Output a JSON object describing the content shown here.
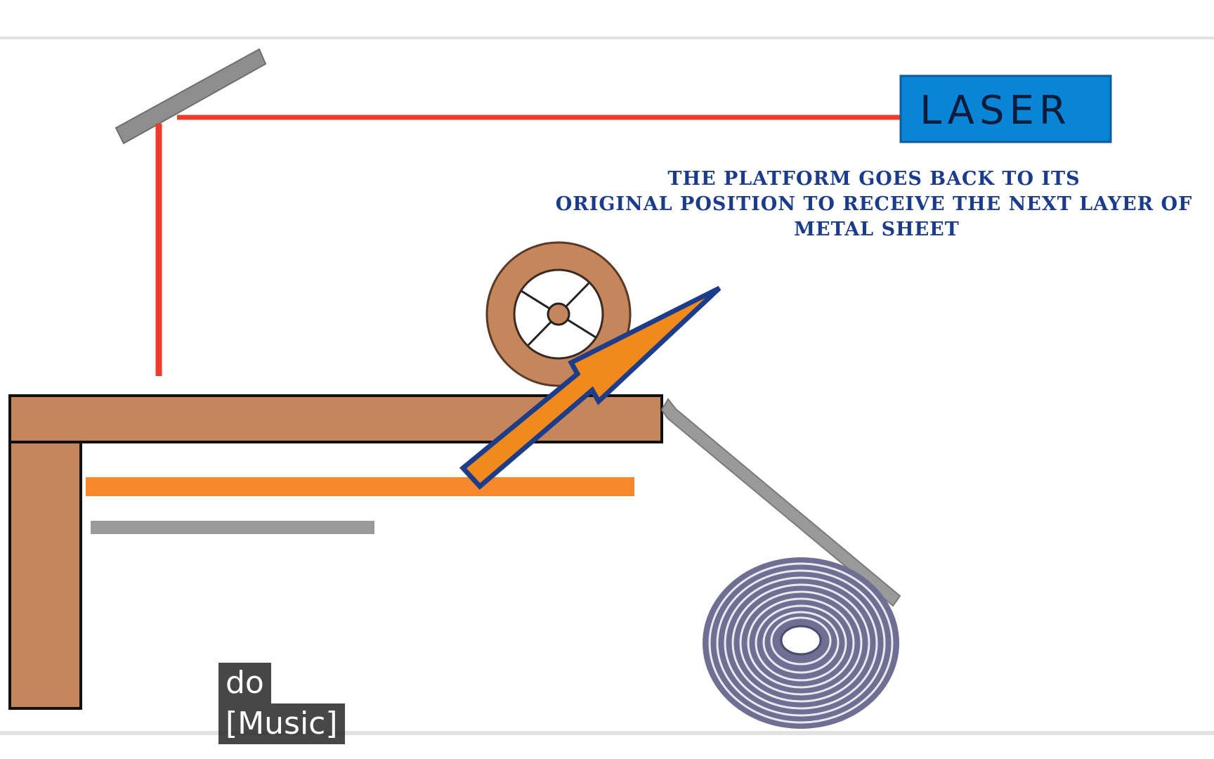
{
  "diagram": {
    "laser_label": "LASER",
    "annotation_lines": [
      "THE PLATFORM GOES BACK TO ITS",
      "ORIGINAL POSITION TO RECEIVE THE NEXT LAYER OF",
      "METAL SHEET"
    ]
  },
  "captions": {
    "line1": "do",
    "line2": "[Music]"
  },
  "colors": {
    "laser_box": "#0a84d6",
    "laser_text": "#0c1c3a",
    "beam": "#ef3b2c",
    "annotation_text": "#1a3c8a",
    "platform": "#c4865a",
    "platform_edge": "#111111",
    "orange_sheet": "#f7882b",
    "arrow_fill": "#f08a1c",
    "arrow_outline": "#1d3d8a",
    "mirror": "#8e8e8e",
    "grey_bar": "#9a9a9a",
    "coil": "#6f6f94"
  }
}
